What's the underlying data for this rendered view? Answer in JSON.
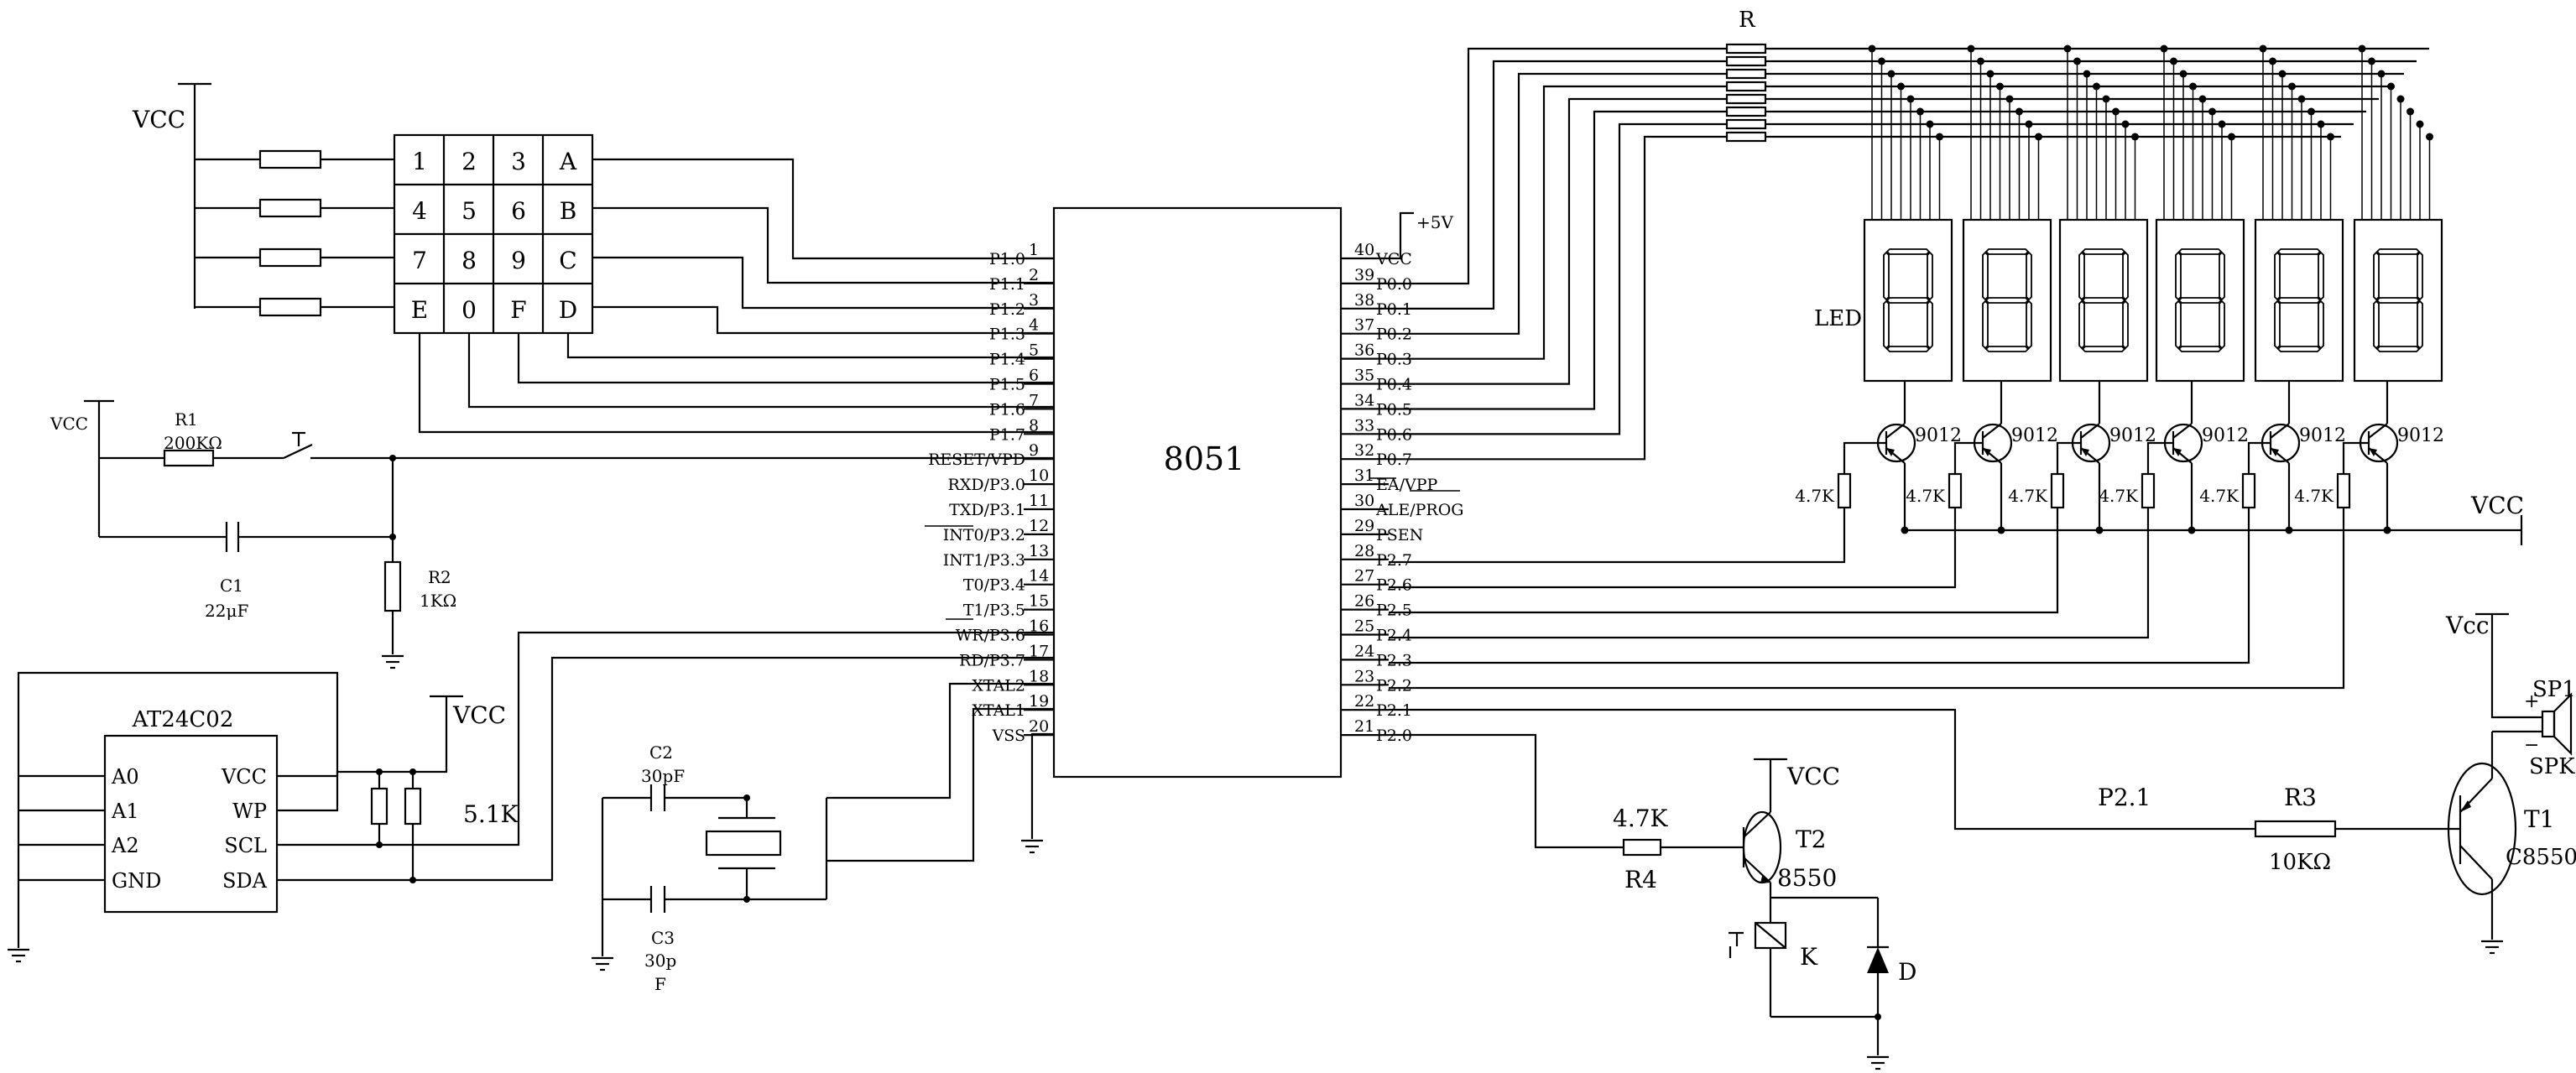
{
  "mcu": {
    "name": "8051",
    "left_pins": [
      {
        "name": "P1.0",
        "num": "1"
      },
      {
        "name": "P1.1",
        "num": "2"
      },
      {
        "name": "P1.2",
        "num": "3"
      },
      {
        "name": "P1.3",
        "num": "4"
      },
      {
        "name": "P1.4",
        "num": "5"
      },
      {
        "name": "P1.5",
        "num": "6"
      },
      {
        "name": "P1.6",
        "num": "7"
      },
      {
        "name": "P1.7",
        "num": "8"
      },
      {
        "name": "RESET/VPD",
        "num": "9"
      },
      {
        "name": "RXD/P3.0",
        "num": "10"
      },
      {
        "name": "TXD/P3.1",
        "num": "11"
      },
      {
        "name": "INT0/P3.2",
        "num": "12"
      },
      {
        "name": "INT1/P3.3",
        "num": "13"
      },
      {
        "name": "T0/P3.4",
        "num": "14"
      },
      {
        "name": "T1/P3.5",
        "num": "15"
      },
      {
        "name": "WR/P3.6",
        "num": "16"
      },
      {
        "name": "RD/P3.7",
        "num": "17"
      },
      {
        "name": "XTAL2",
        "num": "18"
      },
      {
        "name": "XTAL1",
        "num": "19"
      },
      {
        "name": "VSS",
        "num": "20"
      }
    ],
    "right_pins": [
      {
        "name": "VCC",
        "num": "40"
      },
      {
        "name": "P0.0",
        "num": "39"
      },
      {
        "name": "P0.1",
        "num": "38"
      },
      {
        "name": "P0.2",
        "num": "37"
      },
      {
        "name": "P0.3",
        "num": "36"
      },
      {
        "name": "P0.4",
        "num": "35"
      },
      {
        "name": "P0.5",
        "num": "34"
      },
      {
        "name": "P0.6",
        "num": "33"
      },
      {
        "name": "P0.7",
        "num": "32"
      },
      {
        "name": "EA/VPP",
        "num": "31"
      },
      {
        "name": "ALE/PROG",
        "num": "30"
      },
      {
        "name": "PSEN",
        "num": "29"
      },
      {
        "name": "P2.7",
        "num": "28"
      },
      {
        "name": "P2.6",
        "num": "27"
      },
      {
        "name": "P2.5",
        "num": "26"
      },
      {
        "name": "P2.4",
        "num": "25"
      },
      {
        "name": "P2.3",
        "num": "24"
      },
      {
        "name": "P2.2",
        "num": "23"
      },
      {
        "name": "P2.1",
        "num": "22"
      },
      {
        "name": "P2.0",
        "num": "21"
      }
    ],
    "supply": "+5V"
  },
  "keypad": {
    "keys": [
      "1",
      "2",
      "3",
      "A",
      "4",
      "5",
      "6",
      "B",
      "7",
      "8",
      "9",
      "C",
      "E",
      "0",
      "F",
      "D"
    ],
    "supply": "VCC"
  },
  "reset": {
    "supply": "VCC",
    "r1_name": "R1",
    "r1_value": "200KΩ",
    "c1_name": "C1",
    "c1_value": "22μF",
    "r2_name": "R2",
    "r2_value": "1KΩ"
  },
  "eeprom": {
    "name": "AT24C02",
    "left_pins": [
      "A0",
      "A1",
      "A2",
      "GND"
    ],
    "right_pins": [
      "VCC",
      "WP",
      "SCL",
      "SDA"
    ],
    "supply": "VCC",
    "pullup_value": "5.1K"
  },
  "crystal": {
    "c2_name": "C2",
    "c2_value": "30pF",
    "c3_name": "C3",
    "c3_value": "30p",
    "c3_unit": "F"
  },
  "display": {
    "resistor_array_label": "R",
    "led_label": "LED",
    "digit_count": 6,
    "transistor_type": "9012",
    "base_resistor": "4.7K",
    "supply": "VCC"
  },
  "relay": {
    "r4_value": "4.7K",
    "r4_name": "R4",
    "t2_name": "T2",
    "t2_type": "8550",
    "supply": "VCC",
    "relay_name": "K",
    "diode_name": "D"
  },
  "buzzer": {
    "net_label": "P2.1",
    "r3_name": "R3",
    "r3_value": "10KΩ",
    "t1_name": "T1",
    "t1_type": "C8550",
    "supply": "Vcc",
    "speaker_name": "SP1",
    "speaker_type": "SPK"
  }
}
